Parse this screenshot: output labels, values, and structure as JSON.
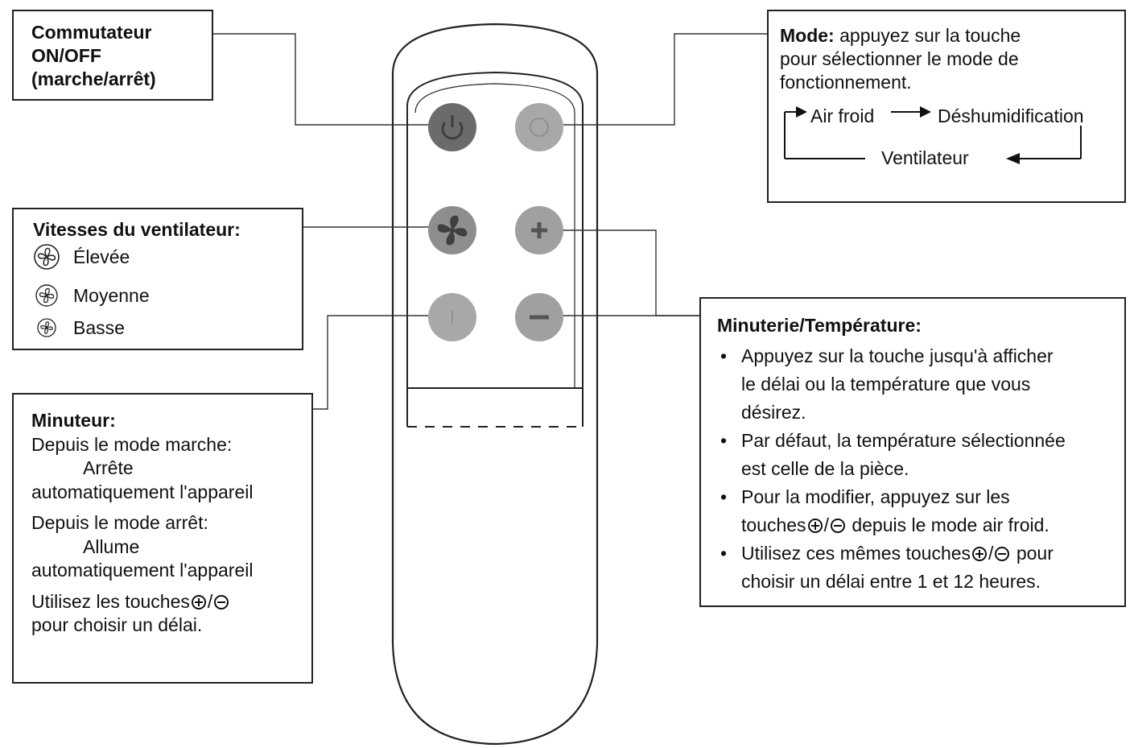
{
  "power_box": {
    "line1": "Commutateur",
    "line2": "ON/OFF",
    "line3": "(marche/arrêt)"
  },
  "mode_box": {
    "title": "Mode:",
    "text_line1": "appuyez sur la touche",
    "text_line2": "pour sélectionner le mode de",
    "text_line3": "fonctionnement.",
    "cycle": [
      "Air froid",
      "Déshumidification",
      "Ventilateur"
    ]
  },
  "fan_box": {
    "title": "Vitesses du ventilateur:",
    "speeds": [
      "Élevée",
      "Moyenne",
      "Basse"
    ]
  },
  "timer_box": {
    "title": "Minuteur:",
    "on_mode": "Depuis le mode marche:",
    "on_action_1": "Arrête",
    "on_action_2": "automatiquement l'appareil",
    "off_mode": "Depuis le mode arrêt:",
    "off_action_1": "Allume",
    "off_action_2": "automatiquement l'appareil",
    "use_1": "Utilisez les touches",
    "use_sep": "/",
    "use_2": "pour choisir un délai."
  },
  "temp_box": {
    "title": "Minuterie/Température:",
    "b1_l1": "Appuyez sur la touche jusqu'à afficher",
    "b1_l2": "le délai ou la température que vous",
    "b1_l3": "désirez.",
    "b2_l1": "Par défaut, la température sélectionnée",
    "b2_l2": "est celle de la pièce.",
    "b3_l1": "Pour la modifier, appuyez sur les",
    "b3_l2a": "touches",
    "b3_sep": "/",
    "b3_l2b": "depuis le mode air froid.",
    "b4_l1a": "Utilisez ces mêmes touches",
    "b4_sep": "/",
    "b4_l1b": "pour",
    "b4_l2": "choisir un délai entre 1 et 12 heures."
  },
  "colors": {
    "power_button": "#6b6b6b",
    "buttons": "#a4a4a4",
    "outline": "#222222"
  },
  "icons": {
    "power": "power-icon",
    "mode": "mode-icon",
    "fan": "fan-icon",
    "plus": "plus-icon",
    "minus": "minus-icon",
    "timer": "timer-icon"
  }
}
